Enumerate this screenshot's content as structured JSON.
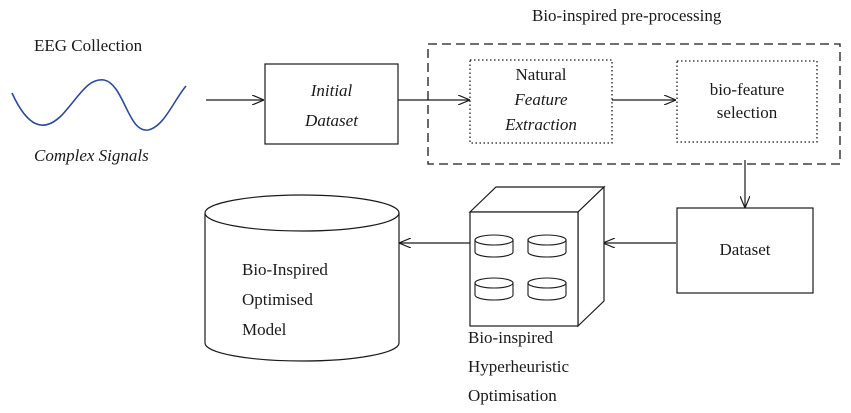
{
  "labels": {
    "eeg_collection": "EEG Collection",
    "complex_signals": "Complex Signals",
    "preprocessing_title": "Bio-inspired pre-processing",
    "initial_dataset": [
      "Initial",
      "Dataset"
    ],
    "natural_feature_extraction": [
      "Natural",
      "Feature",
      "Extraction"
    ],
    "bio_feature_selection": [
      "bio-feature",
      "selection"
    ],
    "dataset": "Dataset",
    "optimised_model": [
      "Bio-Inspired",
      "Optimised",
      "Model"
    ],
    "hyperheuristic": [
      "Bio-inspired",
      "Hyperheuristic",
      "Optimisation"
    ]
  },
  "colors": {
    "signal_wave": "#2e4a9a",
    "line": "#1a1a1a"
  }
}
